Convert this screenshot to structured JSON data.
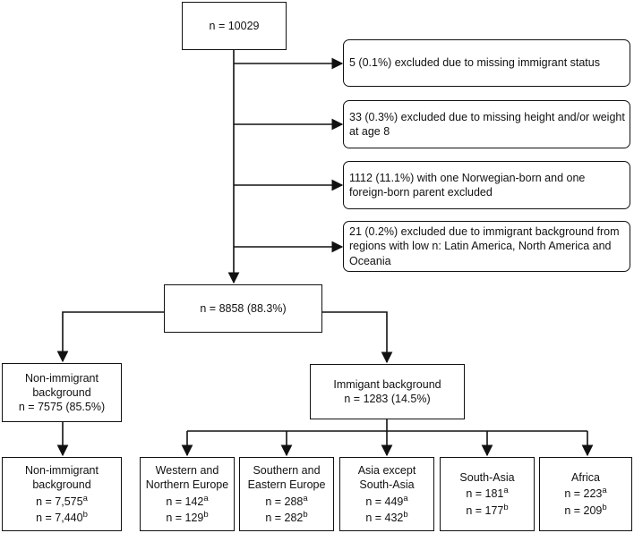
{
  "top": {
    "text": "n = 10029"
  },
  "exclusions": [
    {
      "text": "5 (0.1%) excluded due to missing immigrant status"
    },
    {
      "text": "33 (0.3%) excluded due to missing height and/or weight at age 8"
    },
    {
      "text": "1112 (11.1%) with one Norwegian-born and one foreign-born parent excluded"
    },
    {
      "text": "21 (0.2%) excluded due to immigrant background from regions with low n: Latin America, North America and Oceania"
    }
  ],
  "remaining": {
    "text": "n = 8858 (88.3%)"
  },
  "non_immigrant_mid": {
    "line1": "Non-immigrant",
    "line2": "background",
    "line3": "n = 7575 (85.5%)"
  },
  "immigrant_mid": {
    "line1": "Immigant background",
    "line2": "n = 1283 (14.5%)"
  },
  "bottom": [
    {
      "line1": "Non-immigrant",
      "line2": "background",
      "n_a": "n = 7,575",
      "sup_a": "a",
      "n_b": "n = 7,440",
      "sup_b": "b"
    },
    {
      "line1": "Western and",
      "line2": "Northern Europe",
      "n_a": "n = 142",
      "sup_a": "a",
      "n_b": "n = 129",
      "sup_b": "b"
    },
    {
      "line1": "Southern and",
      "line2": "Eastern Europe",
      "n_a": "n = 288",
      "sup_a": "a",
      "n_b": "n = 282",
      "sup_b": "b"
    },
    {
      "line1": "Asia except",
      "line2": "South-Asia",
      "n_a": "n = 449",
      "sup_a": "a",
      "n_b": "n = 432",
      "sup_b": "b"
    },
    {
      "line1": "South-Asia",
      "line2": "",
      "n_a": "n = 181",
      "sup_a": "a",
      "n_b": "n = 177",
      "sup_b": "b"
    },
    {
      "line1": "Africa",
      "line2": "",
      "n_a": "n = 223",
      "sup_a": "a",
      "n_b": "n = 209",
      "sup_b": "b"
    }
  ]
}
